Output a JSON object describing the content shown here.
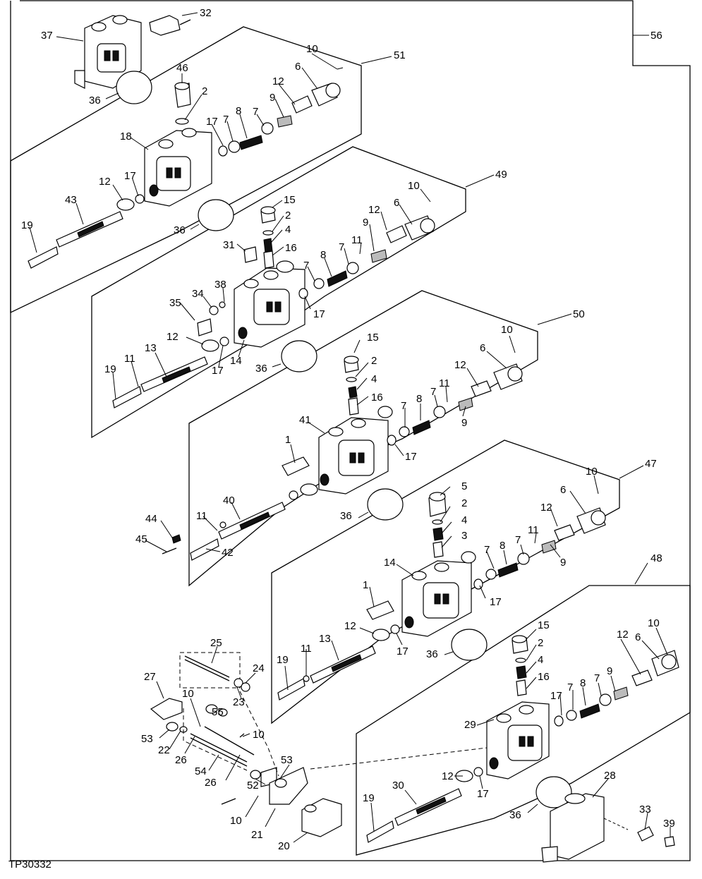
{
  "drawing_ref": "TP30332",
  "callouts": [
    {
      "id": "c56",
      "text": "56"
    },
    {
      "id": "c37",
      "text": "37"
    },
    {
      "id": "c32",
      "text": "32"
    },
    {
      "id": "c51",
      "text": "51"
    },
    {
      "id": "c10a",
      "text": "10"
    },
    {
      "id": "c46",
      "text": "46"
    },
    {
      "id": "c6a",
      "text": "6"
    },
    {
      "id": "c36a",
      "text": "36"
    },
    {
      "id": "c2a",
      "text": "2"
    },
    {
      "id": "c12a",
      "text": "12"
    },
    {
      "id": "c9a",
      "text": "9"
    },
    {
      "id": "c17a",
      "text": "17"
    },
    {
      "id": "c8a",
      "text": "8"
    },
    {
      "id": "c7a",
      "text": "7"
    },
    {
      "id": "c7b",
      "text": "7"
    },
    {
      "id": "c18",
      "text": "18"
    },
    {
      "id": "c17b",
      "text": "17"
    },
    {
      "id": "c12b",
      "text": "12"
    },
    {
      "id": "c43",
      "text": "43"
    },
    {
      "id": "c19a",
      "text": "19"
    },
    {
      "id": "c49",
      "text": "49"
    },
    {
      "id": "c10b",
      "text": "10"
    },
    {
      "id": "c15a",
      "text": "15"
    },
    {
      "id": "c2b",
      "text": "2"
    },
    {
      "id": "c6b",
      "text": "6"
    },
    {
      "id": "c12c",
      "text": "12"
    },
    {
      "id": "c36b",
      "text": "36"
    },
    {
      "id": "c4a",
      "text": "4"
    },
    {
      "id": "c9b",
      "text": "9"
    },
    {
      "id": "c11a",
      "text": "11"
    },
    {
      "id": "c31",
      "text": "31"
    },
    {
      "id": "c16a",
      "text": "16"
    },
    {
      "id": "c8b",
      "text": "8"
    },
    {
      "id": "c7c",
      "text": "7"
    },
    {
      "id": "c7d",
      "text": "7"
    },
    {
      "id": "c38",
      "text": "38"
    },
    {
      "id": "c34",
      "text": "34"
    },
    {
      "id": "c35",
      "text": "35"
    },
    {
      "id": "c17c",
      "text": "17"
    },
    {
      "id": "c12d",
      "text": "12"
    },
    {
      "id": "c50",
      "text": "50"
    },
    {
      "id": "c11b",
      "text": "11"
    },
    {
      "id": "c13a",
      "text": "13"
    },
    {
      "id": "c19b",
      "text": "19"
    },
    {
      "id": "c17d",
      "text": "17"
    },
    {
      "id": "c14a",
      "text": "14"
    },
    {
      "id": "c10c",
      "text": "10"
    },
    {
      "id": "c15b",
      "text": "15"
    },
    {
      "id": "c36c",
      "text": "36"
    },
    {
      "id": "c6c",
      "text": "6"
    },
    {
      "id": "c2c",
      "text": "2"
    },
    {
      "id": "c12e",
      "text": "12"
    },
    {
      "id": "c4b",
      "text": "4"
    },
    {
      "id": "c16b",
      "text": "16"
    },
    {
      "id": "c11c",
      "text": "11"
    },
    {
      "id": "c7e",
      "text": "7"
    },
    {
      "id": "c8c",
      "text": "8"
    },
    {
      "id": "c7f",
      "text": "7"
    },
    {
      "id": "c41",
      "text": "41"
    },
    {
      "id": "c9c",
      "text": "9"
    },
    {
      "id": "c1a",
      "text": "1"
    },
    {
      "id": "c17e",
      "text": "17"
    },
    {
      "id": "c47",
      "text": "47"
    },
    {
      "id": "c10d",
      "text": "10"
    },
    {
      "id": "c5",
      "text": "5"
    },
    {
      "id": "c40",
      "text": "40"
    },
    {
      "id": "c6d",
      "text": "6"
    },
    {
      "id": "c36d",
      "text": "36"
    },
    {
      "id": "c2d",
      "text": "2"
    },
    {
      "id": "c12f",
      "text": "12"
    },
    {
      "id": "c44",
      "text": "44"
    },
    {
      "id": "c11d",
      "text": "11"
    },
    {
      "id": "c4c",
      "text": "4"
    },
    {
      "id": "c45",
      "text": "45"
    },
    {
      "id": "c42",
      "text": "42"
    },
    {
      "id": "c3",
      "text": "3"
    },
    {
      "id": "c7g",
      "text": "7"
    },
    {
      "id": "c8d",
      "text": "8"
    },
    {
      "id": "c7h",
      "text": "7"
    },
    {
      "id": "c11e",
      "text": "11"
    },
    {
      "id": "c9d",
      "text": "9"
    },
    {
      "id": "c14b",
      "text": "14"
    },
    {
      "id": "c1b",
      "text": "1"
    },
    {
      "id": "c17f",
      "text": "17"
    },
    {
      "id": "c48",
      "text": "48"
    },
    {
      "id": "c12g",
      "text": "12"
    },
    {
      "id": "c13b",
      "text": "13"
    },
    {
      "id": "c17g",
      "text": "17"
    },
    {
      "id": "c11f",
      "text": "11"
    },
    {
      "id": "c19c",
      "text": "19"
    },
    {
      "id": "c36e",
      "text": "36"
    },
    {
      "id": "c15c",
      "text": "15"
    },
    {
      "id": "c10e",
      "text": "10"
    },
    {
      "id": "c25",
      "text": "25"
    },
    {
      "id": "c2e",
      "text": "2"
    },
    {
      "id": "c6e",
      "text": "6"
    },
    {
      "id": "c12h",
      "text": "12"
    },
    {
      "id": "c24",
      "text": "24"
    },
    {
      "id": "c4d",
      "text": "4"
    },
    {
      "id": "c27",
      "text": "27"
    },
    {
      "id": "c16c",
      "text": "16"
    },
    {
      "id": "c9e",
      "text": "9"
    },
    {
      "id": "c23",
      "text": "23"
    },
    {
      "id": "c8e",
      "text": "8"
    },
    {
      "id": "c7i",
      "text": "7"
    },
    {
      "id": "c17h",
      "text": "17"
    },
    {
      "id": "c7j",
      "text": "7"
    },
    {
      "id": "c10f",
      "text": "10"
    },
    {
      "id": "c55",
      "text": "55"
    },
    {
      "id": "c29",
      "text": "29"
    },
    {
      "id": "c10g",
      "text": "10"
    },
    {
      "id": "c53a",
      "text": "53"
    },
    {
      "id": "c22",
      "text": "22"
    },
    {
      "id": "c26a",
      "text": "26"
    },
    {
      "id": "c54",
      "text": "54"
    },
    {
      "id": "c53b",
      "text": "53"
    },
    {
      "id": "c26b",
      "text": "26"
    },
    {
      "id": "c52",
      "text": "52"
    },
    {
      "id": "c12i",
      "text": "12"
    },
    {
      "id": "c28",
      "text": "28"
    },
    {
      "id": "c30",
      "text": "30"
    },
    {
      "id": "c17i",
      "text": "17"
    },
    {
      "id": "c19d",
      "text": "19"
    },
    {
      "id": "c10h",
      "text": "10"
    },
    {
      "id": "c21",
      "text": "21"
    },
    {
      "id": "c36f",
      "text": "36"
    },
    {
      "id": "c33",
      "text": "33"
    },
    {
      "id": "c39",
      "text": "39"
    },
    {
      "id": "c20",
      "text": "20"
    }
  ]
}
